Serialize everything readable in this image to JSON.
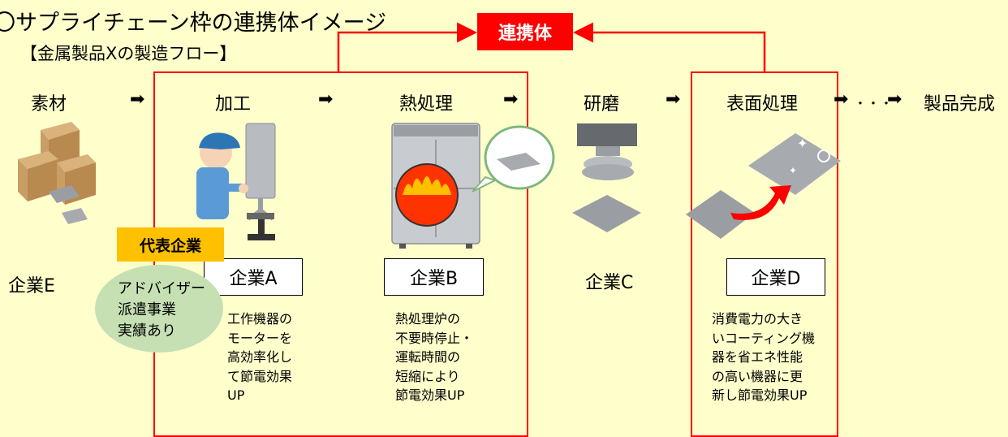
{
  "header": {
    "title": "〇サプライチェーン枠の連携体イメージ",
    "subtitle": "【金属製品Xの製造フロー】"
  },
  "rengokei_label": "連携体",
  "flow": {
    "stages": [
      "素材",
      "加工",
      "熱処理",
      "研磨",
      "表面処理",
      "製品完成"
    ],
    "arrow": "➡",
    "dots": "・・・"
  },
  "companies": {
    "e": "企業E",
    "a": "企業A",
    "b": "企業B",
    "c": "企業C",
    "d": "企業D"
  },
  "descriptions": {
    "a": [
      "工作機器の",
      "モーターを",
      "高効率化し",
      "て節電効果",
      "UP"
    ],
    "b": [
      "熱処理炉の",
      "不要時停止・",
      "運転時間の",
      "短縮により",
      "節電効果UP"
    ],
    "d": [
      "消費電力の大き",
      "いコーティング機",
      "器を省エネ性能",
      "の高い機器に更",
      "新し節電効果UP"
    ]
  },
  "daihyo_label": "代表企業",
  "advisor": [
    "アドバイザー",
    "派遣事業",
    "実績あり"
  ],
  "colors": {
    "background": "#FFFFCC",
    "accent_red": "#FF0000",
    "daihyo": "#FFC000",
    "advisor": "#C6E0B4"
  }
}
